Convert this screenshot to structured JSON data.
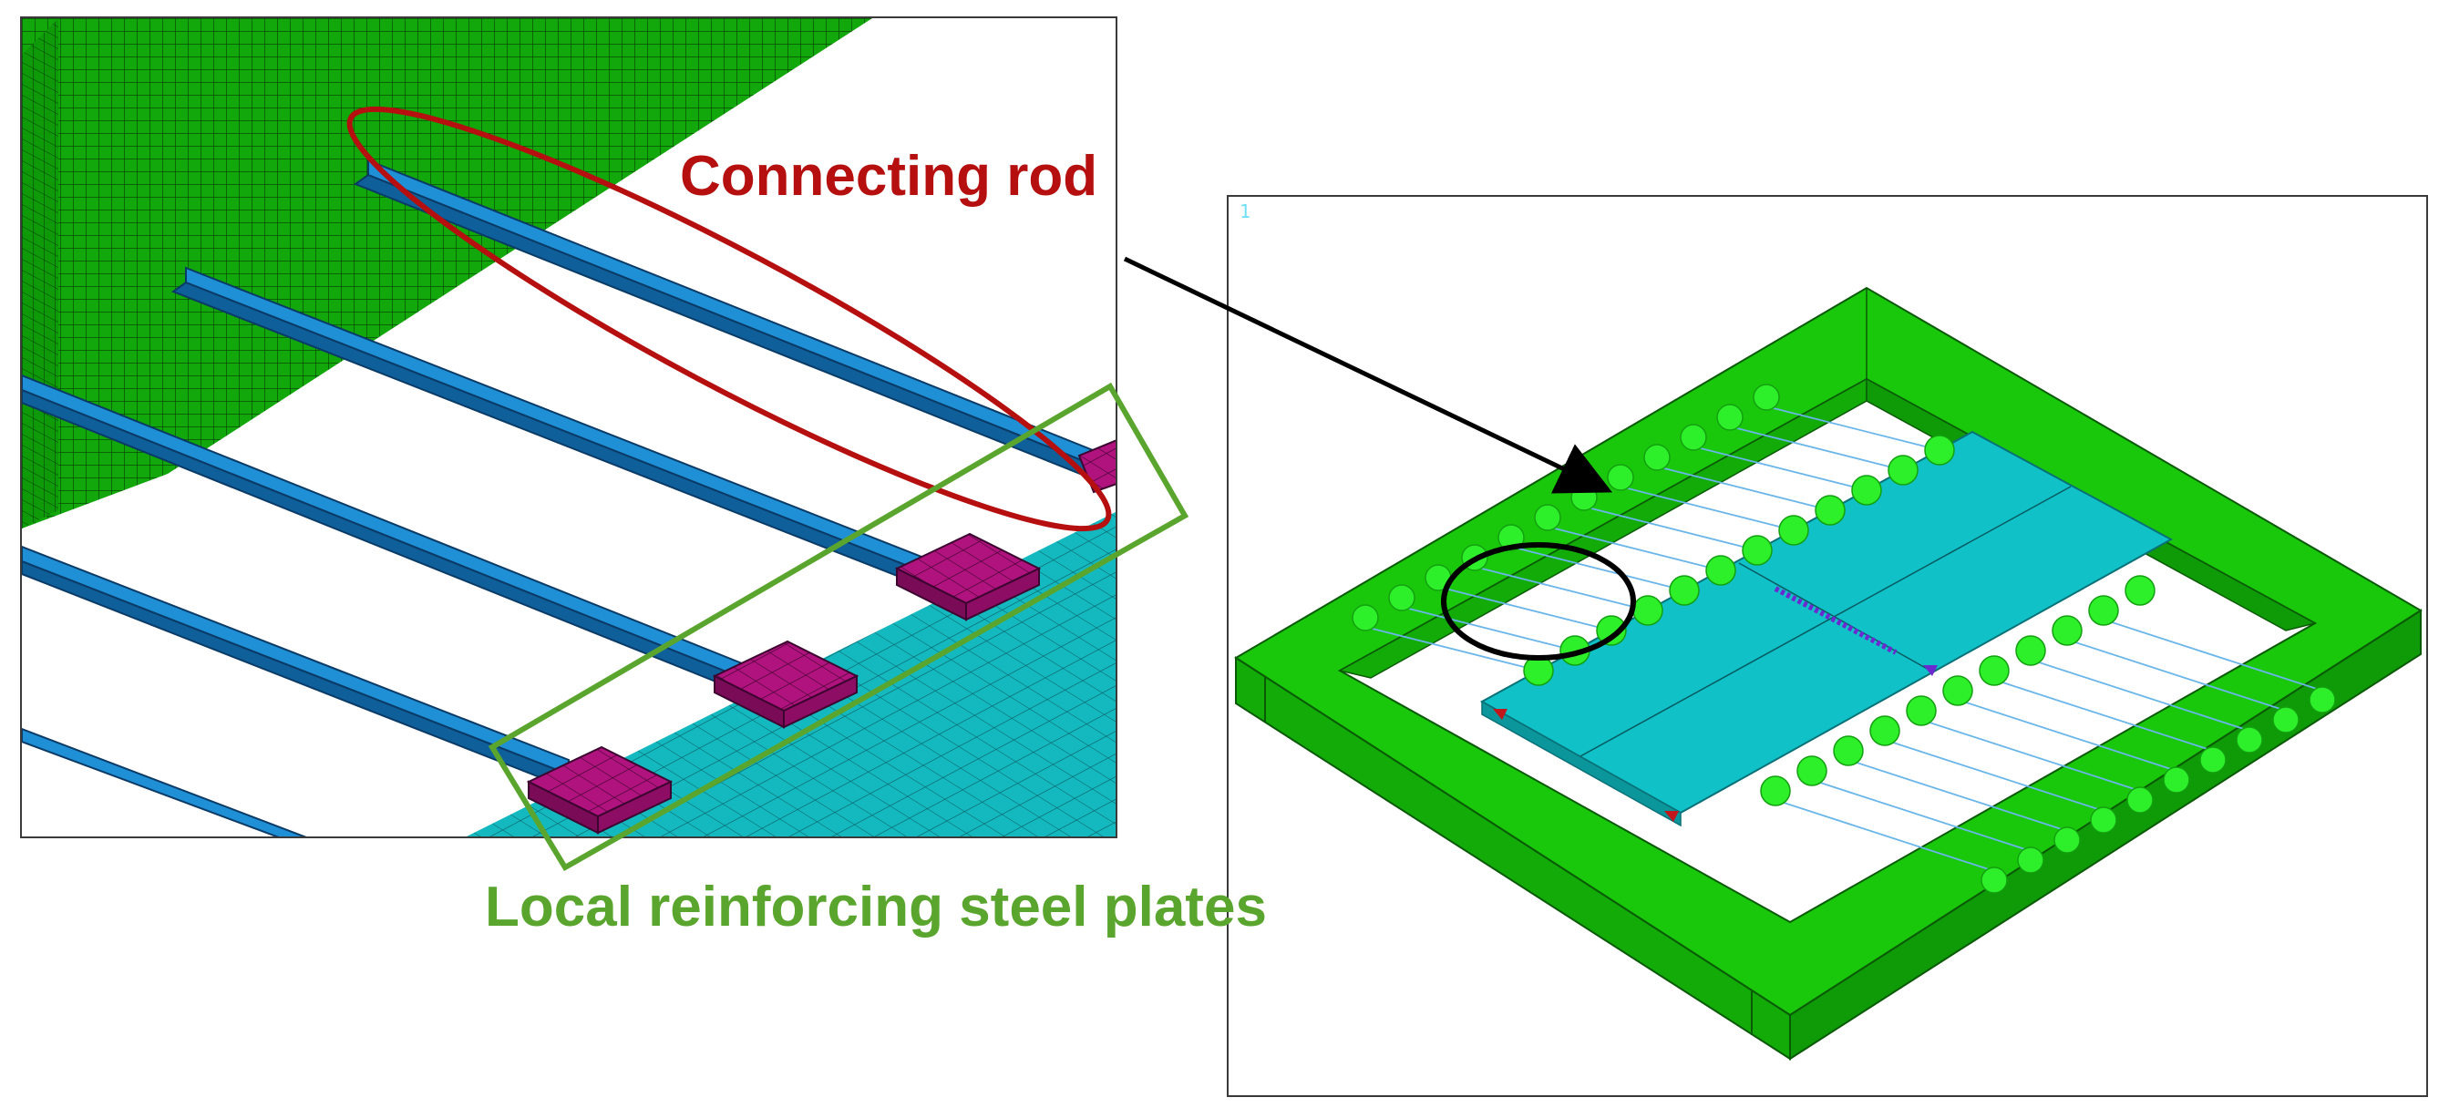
{
  "annotations": {
    "connecting_rod": "Connecting rod",
    "local_plates": "Local reinforcing steel plates"
  },
  "overview": {
    "window_index": "1"
  },
  "colors": {
    "frame_green": "#19c80a",
    "frame_green_dark": "#0e9a08",
    "mesh_green": "#12a70a",
    "rod_blue": "#1f8fd6",
    "rod_blue_dark": "#0f5f9a",
    "deck_cyan": "#10c2c8",
    "deck_mesh_line": "#0a7f87",
    "plate_magenta": "#b0137e",
    "anchor_green": "#2df02a",
    "cable_blue": "#6ab6ea",
    "rod_callout": "#b50f0f",
    "plate_callout": "#5aa52e",
    "arrow": "#000000",
    "index_text": "#6fe0f5"
  },
  "icons": {
    "arrow": "arrow-right-icon",
    "rod_outline": "ellipse-highlight",
    "plate_outline": "rectangle-highlight",
    "zoom_circle": "circle-highlight"
  }
}
